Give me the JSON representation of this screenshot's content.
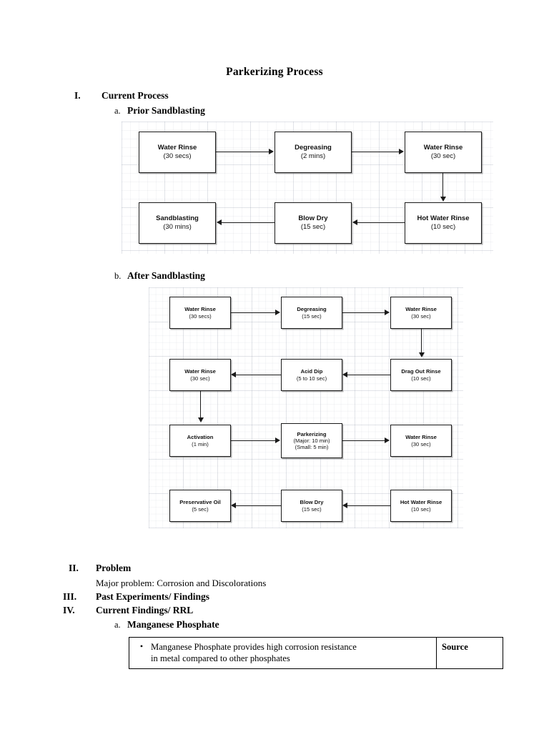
{
  "document": {
    "title": "Parkerizing Process"
  },
  "outline": [
    {
      "numeral": "I.",
      "label": "Current Process"
    },
    {
      "numeral": "II.",
      "label": "Problem"
    },
    {
      "numeral": "III.",
      "label": "Past Experiments/ Findings"
    },
    {
      "numeral": "IV.",
      "label": "Current Findings/ RRL"
    }
  ],
  "sub_headings": {
    "prior_sandblasting": {
      "marker": "a.",
      "label": "Prior Sandblasting"
    },
    "after_sandblasting": {
      "marker": "b.",
      "label": "After Sandblasting"
    },
    "manganese_phosphate": {
      "marker": "a.",
      "label": "Manganese Phosphate"
    }
  },
  "problem": {
    "text": "Major problem: Corrosion and Discolorations"
  },
  "flowchart_prior": {
    "caption": "Prior Sandblasting",
    "nodes": [
      {
        "id": "p1",
        "name": "Water Rinse",
        "duration": "(30 secs)"
      },
      {
        "id": "p2",
        "name": "Degreasing",
        "duration": "(2 mins)"
      },
      {
        "id": "p3",
        "name": "Water Rinse",
        "duration": "(30 sec)"
      },
      {
        "id": "p4",
        "name": "Hot Water Rinse",
        "duration": "(10 sec)"
      },
      {
        "id": "p5",
        "name": "Blow Dry",
        "duration": "(15 sec)"
      },
      {
        "id": "p6",
        "name": "Sandblasting",
        "duration": "(30 mins)"
      }
    ],
    "edges": [
      {
        "from": "p1",
        "to": "p2",
        "direction": "right"
      },
      {
        "from": "p2",
        "to": "p3",
        "direction": "right"
      },
      {
        "from": "p3",
        "to": "p4",
        "direction": "down"
      },
      {
        "from": "p4",
        "to": "p5",
        "direction": "left"
      },
      {
        "from": "p5",
        "to": "p6",
        "direction": "left"
      }
    ]
  },
  "flowchart_after": {
    "caption": "After Sandblasting",
    "nodes": [
      {
        "id": "a1",
        "name": "Water Rinse",
        "duration": "(30 secs)"
      },
      {
        "id": "a2",
        "name": "Degreasing",
        "duration": "(15 sec)"
      },
      {
        "id": "a3",
        "name": "Water Rinse",
        "duration": "(30 sec)"
      },
      {
        "id": "a4",
        "name": "Drag Out Rinse",
        "duration": "(10 sec)"
      },
      {
        "id": "a5",
        "name": "Acid Dip",
        "duration": "(5 to 10 sec)"
      },
      {
        "id": "a6",
        "name": "Water Rinse",
        "duration": "(30 sec)"
      },
      {
        "id": "a7",
        "name": "Activation",
        "duration": "(1 min)"
      },
      {
        "id": "a8",
        "name": "Parkerizing",
        "duration": "(Major: 10 min)",
        "duration2": "(Small: 5 min)"
      },
      {
        "id": "a9",
        "name": "Water Rinse",
        "duration": "(30 sec)"
      },
      {
        "id": "a10",
        "name": "Hot Water Rinse",
        "duration": "(10 sec)"
      },
      {
        "id": "a11",
        "name": "Blow Dry",
        "duration": "(15 sec)"
      },
      {
        "id": "a12",
        "name": "Preservative Oil",
        "duration": "(5 sec)"
      }
    ],
    "edges": [
      {
        "from": "a1",
        "to": "a2",
        "direction": "right"
      },
      {
        "from": "a2",
        "to": "a3",
        "direction": "right"
      },
      {
        "from": "a3",
        "to": "a4",
        "direction": "down"
      },
      {
        "from": "a4",
        "to": "a5",
        "direction": "left"
      },
      {
        "from": "a5",
        "to": "a6",
        "direction": "left"
      },
      {
        "from": "a6",
        "to": "a7",
        "direction": "down"
      },
      {
        "from": "a7",
        "to": "a8",
        "direction": "right"
      },
      {
        "from": "a8",
        "to": "a9",
        "direction": "right"
      },
      {
        "from": "a10",
        "to": "a11",
        "direction": "left"
      },
      {
        "from": "a11",
        "to": "a12",
        "direction": "left"
      }
    ]
  },
  "source_table": {
    "bullet_glyph": "•",
    "claim_line1": "Manganese Phosphate provides high corrosion resistance",
    "claim_line2": "in metal compared to other phosphates",
    "source_header": "Source"
  }
}
